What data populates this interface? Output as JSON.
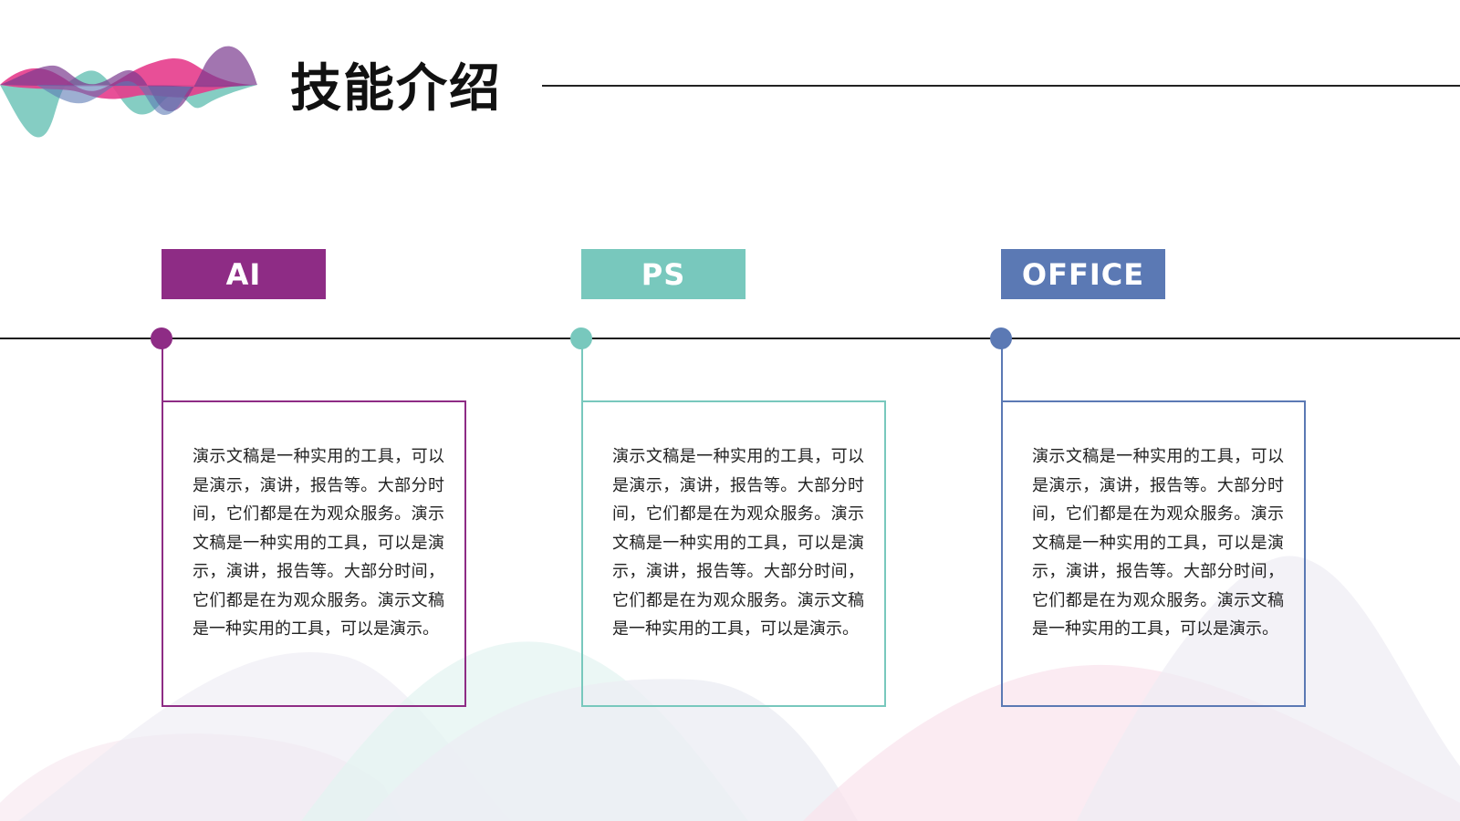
{
  "page": {
    "title": "技能介绍"
  },
  "colors": {
    "purple": "#8e2c85",
    "teal": "#78c8bd",
    "blue": "#5b79b4",
    "pink": "#e63c8c",
    "line": "#1a1a1a"
  },
  "skills": [
    {
      "label": "AI",
      "color": "#8e2c85",
      "description": "演示文稿是一种实用的工具，可以是演示，演讲，报告等。大部分时间，它们都是在为观众服务。演示文稿是一种实用的工具，可以是演示，演讲，报告等。大部分时间，它们都是在为观众服务。演示文稿是一种实用的工具，可以是演示。"
    },
    {
      "label": "PS",
      "color": "#78c8bd",
      "description": "演示文稿是一种实用的工具，可以是演示，演讲，报告等。大部分时间，它们都是在为观众服务。演示文稿是一种实用的工具，可以是演示，演讲，报告等。大部分时间，它们都是在为观众服务。演示文稿是一种实用的工具，可以是演示。"
    },
    {
      "label": "OFFICE",
      "color": "#5b79b4",
      "description": "演示文稿是一种实用的工具，可以是演示，演讲，报告等。大部分时间，它们都是在为观众服务。演示文稿是一种实用的工具，可以是演示，演讲，报告等。大部分时间，它们都是在为观众服务。演示文稿是一种实用的工具，可以是演示。"
    }
  ]
}
